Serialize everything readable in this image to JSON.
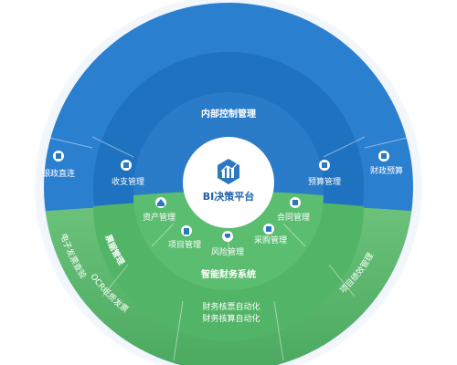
{
  "center": {
    "title": "BI决策平台"
  },
  "segments": {
    "internal_control": "内部控制管理",
    "smart_finance": "智能财务系统",
    "performance": "项目绩效管理",
    "einvoice": "电子发票查验",
    "bill_mgmt": "票据管理",
    "ocr": "OCR纸质发票"
  },
  "outer_items": {
    "bank_gov": "银政直连",
    "fiscal_budget": "财政预算"
  },
  "middle_items": {
    "revenue_expense": "收支管理",
    "budget_mgmt": "预算管理"
  },
  "inner_items": {
    "asset_mgmt": "资产管理",
    "project_mgmt": "项目管理",
    "risk_mgmt": "风险管理",
    "procurement": "采购管理",
    "contract": "合同管理"
  },
  "automation": {
    "line1": "财务核票自动化",
    "line2": "财务核算自动化"
  },
  "colors": {
    "outer_blue": "#2b7fcf",
    "middle_blue": "#1e70be",
    "inner_blue": "#2a7bc8",
    "green_outer": "#57b86b",
    "green_mid": "#4caf62",
    "green_inner": "#5bbd70",
    "halo": "#e8f1fa"
  },
  "icons": {
    "bank_gov": "bank-icon",
    "fiscal_budget": "budget-doc-icon",
    "revenue_expense": "money-doc-icon",
    "budget_mgmt": "hand-coin-icon",
    "asset_mgmt": "house-icon",
    "project_mgmt": "clipboard-icon",
    "risk_mgmt": "shield-icon",
    "procurement": "cart-icon",
    "contract": "contract-icon",
    "center": "bar-chart-icon"
  }
}
